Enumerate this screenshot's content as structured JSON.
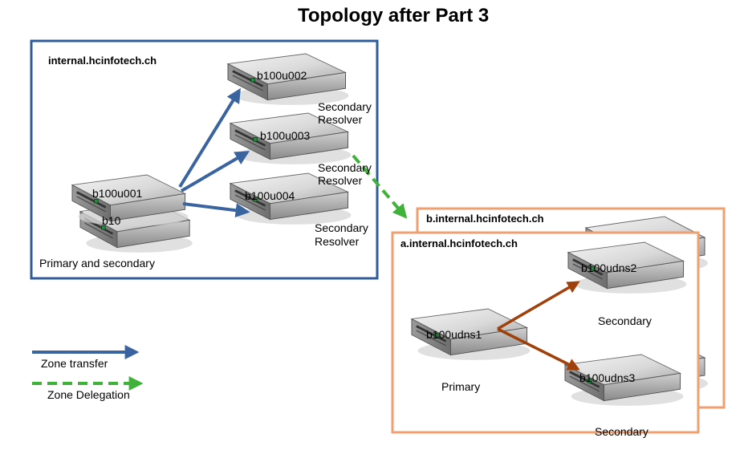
{
  "title": "Topology after Part 3",
  "zones": {
    "internal": {
      "label": "internal.hcinfotech.ch",
      "color": "#2e5b9a"
    },
    "b": {
      "label": "b.internal.hcinfotech.ch",
      "color": "#f0a070"
    },
    "a": {
      "label": "a.internal.hcinfotech.ch",
      "color": "#f0a070"
    }
  },
  "servers": {
    "b100u001": "b100u001",
    "b100u001_back": "b10",
    "b100u002": "b100u002",
    "b100u003": "b100u003",
    "b100u004": "b100u004",
    "b100udns1": "b100udns1",
    "b100udns2": "b100udns2",
    "b100udns3": "b100udns3"
  },
  "roles": {
    "primary_and_secondary": "Primary and secondary",
    "u002_role": [
      "Secondary",
      "Resolver"
    ],
    "u003_role": [
      "Secondary",
      "Resolver"
    ],
    "u004_role": [
      "Secondary",
      "Resolver"
    ],
    "primary": "Primary",
    "dns2_role": "Secondary",
    "dns3_role": "Secondary"
  },
  "legend": {
    "zone_transfer": "Zone transfer",
    "zone_delegation": "Zone Delegation"
  },
  "colors": {
    "transfer_blue": "#3a64a0",
    "delegation_green": "#3fb23a",
    "transfer_brown": "#a0400a",
    "zone_box_orange": "#f0a070",
    "zone_box_blue": "#2e5b9a"
  }
}
